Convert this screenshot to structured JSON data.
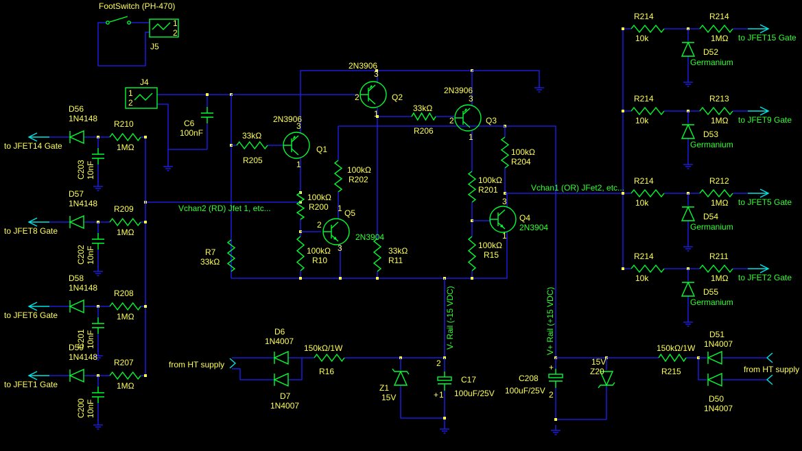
{
  "footswitch": {
    "title": "FootSwitch (PH-470)",
    "jack": "J5",
    "pin1": "1",
    "pin2": "2"
  },
  "input_jack": {
    "ref": "J4",
    "pin1": "1",
    "pin2": "2"
  },
  "capacitors": {
    "c6": {
      "ref": "C6",
      "value": "100nF"
    },
    "c203": {
      "ref": "C203",
      "value": "10nF"
    },
    "c202": {
      "ref": "C202",
      "value": "10nF"
    },
    "c201": {
      "ref": "C201",
      "value": "10nF"
    },
    "c200": {
      "ref": "C200",
      "value": "10nF"
    },
    "c17": {
      "ref": "C17",
      "value": "100uF/25V"
    },
    "c208": {
      "ref": "C208",
      "value": "100uF/25V"
    }
  },
  "transistors": {
    "q1": {
      "ref": "Q1",
      "part": "2N3906"
    },
    "q2": {
      "ref": "Q2",
      "part": "2N3906"
    },
    "q3": {
      "ref": "Q3",
      "part": "2N3906"
    },
    "q4": {
      "ref": "Q4",
      "part": "2N3904"
    },
    "q5": {
      "ref": "Q5",
      "part": "2N3904"
    }
  },
  "resistors": {
    "r205": {
      "ref": "R205",
      "value": "33kΩ"
    },
    "r206": {
      "ref": "R206",
      "value": "33kΩ"
    },
    "r202": {
      "ref": "R202",
      "value": "100kΩ"
    },
    "r200": {
      "ref": "R200",
      "value": "100kΩ"
    },
    "r10": {
      "ref": "R10",
      "value": "100kΩ"
    },
    "r11": {
      "ref": "R11",
      "value": "33kΩ"
    },
    "r7": {
      "ref": "R7",
      "value": "33kΩ"
    },
    "r204": {
      "ref": "R204",
      "value": "100kΩ"
    },
    "r201": {
      "ref": "R201",
      "value": "100kΩ"
    },
    "r15": {
      "ref": "R15",
      "value": "100kΩ"
    },
    "r16": {
      "ref": "R16",
      "value": "150kΩ/1W"
    },
    "r215": {
      "ref": "R215",
      "value": "150kΩ/1W"
    }
  },
  "left_outputs": [
    {
      "diode": "D56",
      "diode_part": "1N4148",
      "resistor": "R210",
      "value": "1MΩ",
      "cap": "C203",
      "cap_value": "10nF",
      "target": "to JFET14 Gate"
    },
    {
      "diode": "D57",
      "diode_part": "1N4148",
      "resistor": "R209",
      "value": "1MΩ",
      "cap": "C202",
      "cap_value": "10nF",
      "target": "to JFET8 Gate"
    },
    {
      "diode": "D58",
      "diode_part": "1N4148",
      "resistor": "R208",
      "value": "1MΩ",
      "cap": "C201",
      "cap_value": "10nF",
      "target": "to JFET6 Gate"
    },
    {
      "diode": "D59",
      "diode_part": "1N4148",
      "resistor": "R207",
      "value": "1MΩ",
      "cap": "C200",
      "cap_value": "10nF",
      "target": "to JFET1 Gate"
    }
  ],
  "right_outputs": [
    {
      "r_in": "R214",
      "r_in_value": "10k",
      "r_out": "R214",
      "r_out_value": "1MΩ",
      "diode": "D52",
      "diode_type": "Germanium",
      "target": "to JFET15 Gate"
    },
    {
      "r_in": "R214",
      "r_in_value": "10k",
      "r_out": "R213",
      "r_out_value": "1MΩ",
      "diode": "D53",
      "diode_type": "Germanium",
      "target": "to JFET9 Gate"
    },
    {
      "r_in": "R214",
      "r_in_value": "10k",
      "r_out": "R212",
      "r_out_value": "1MΩ",
      "diode": "D54",
      "diode_type": "Germanium",
      "target": "to JFET5 Gate"
    },
    {
      "r_in": "R214",
      "r_in_value": "10k",
      "r_out": "R211",
      "r_out_value": "1MΩ",
      "diode": "D55",
      "diode_type": "Germanium",
      "target": "to JFET2 Gate"
    }
  ],
  "nets": {
    "vchan2": "Vchan2 (RD) Jfet 1, etc...",
    "vchan1": "Vchan1 (OR) JFet2, etc...",
    "vneg": "V- Rail (-15 VDC)",
    "vpos": "V+ Rail (+15 VDC)"
  },
  "supply_neg": {
    "d6": {
      "ref": "D6",
      "part": "1N4007"
    },
    "d7": {
      "ref": "D7",
      "part": "1N4007"
    },
    "z1": {
      "ref": "Z1",
      "value": "15V"
    },
    "from": "from HT supply"
  },
  "supply_pos": {
    "d51": {
      "ref": "D51",
      "part": "1N4007"
    },
    "d50": {
      "ref": "D50",
      "part": "1N4007"
    },
    "z20": {
      "ref": "Z20",
      "value": "15V"
    },
    "from": "from HT supply"
  },
  "pins": {
    "p1": "1",
    "p2": "2",
    "p3": "3",
    "plus": "+"
  },
  "colors": {
    "wire": "#2020ff",
    "component": "#00ff33",
    "label": "#ffff55",
    "net_label": "#33ff33",
    "port": "#00e5e5",
    "background": "#000000"
  }
}
